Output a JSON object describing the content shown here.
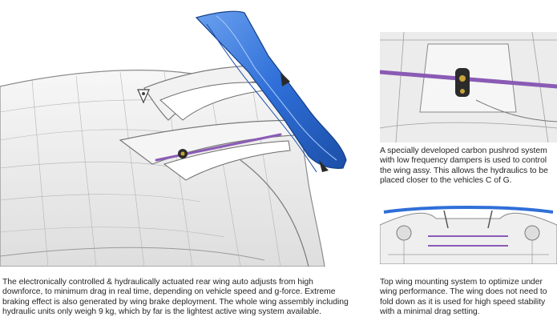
{
  "captions": {
    "main": "The electronically controlled & hydraulically actuated rear wing auto adjusts from high downforce, to minimum drag in real time, depending on vehicle  speed and g-force. Extreme braking effect is also generated by wing brake deployment. The whole wing assembly including hydraulic units only weigh 9 kg, which by far is the lightest active wing system available.",
    "damper": "A specially developed carbon pushrod system with low frequency dampers  is used to control the wing assy. This allows the hydraulics to be placed closer to the vehicles C of G.",
    "mount": "Top wing mounting system to optimize under wing performance. The wing does not need to fold down as it is used for high speed stability with a minimal drag setting."
  },
  "colors": {
    "wing_blue": "#2f6fd8",
    "wing_blue_light": "#5b93ea",
    "pushrod_purple": "#8a5bb5",
    "body_line": "#8c8c8c",
    "body_fill": "#eeeeee"
  }
}
